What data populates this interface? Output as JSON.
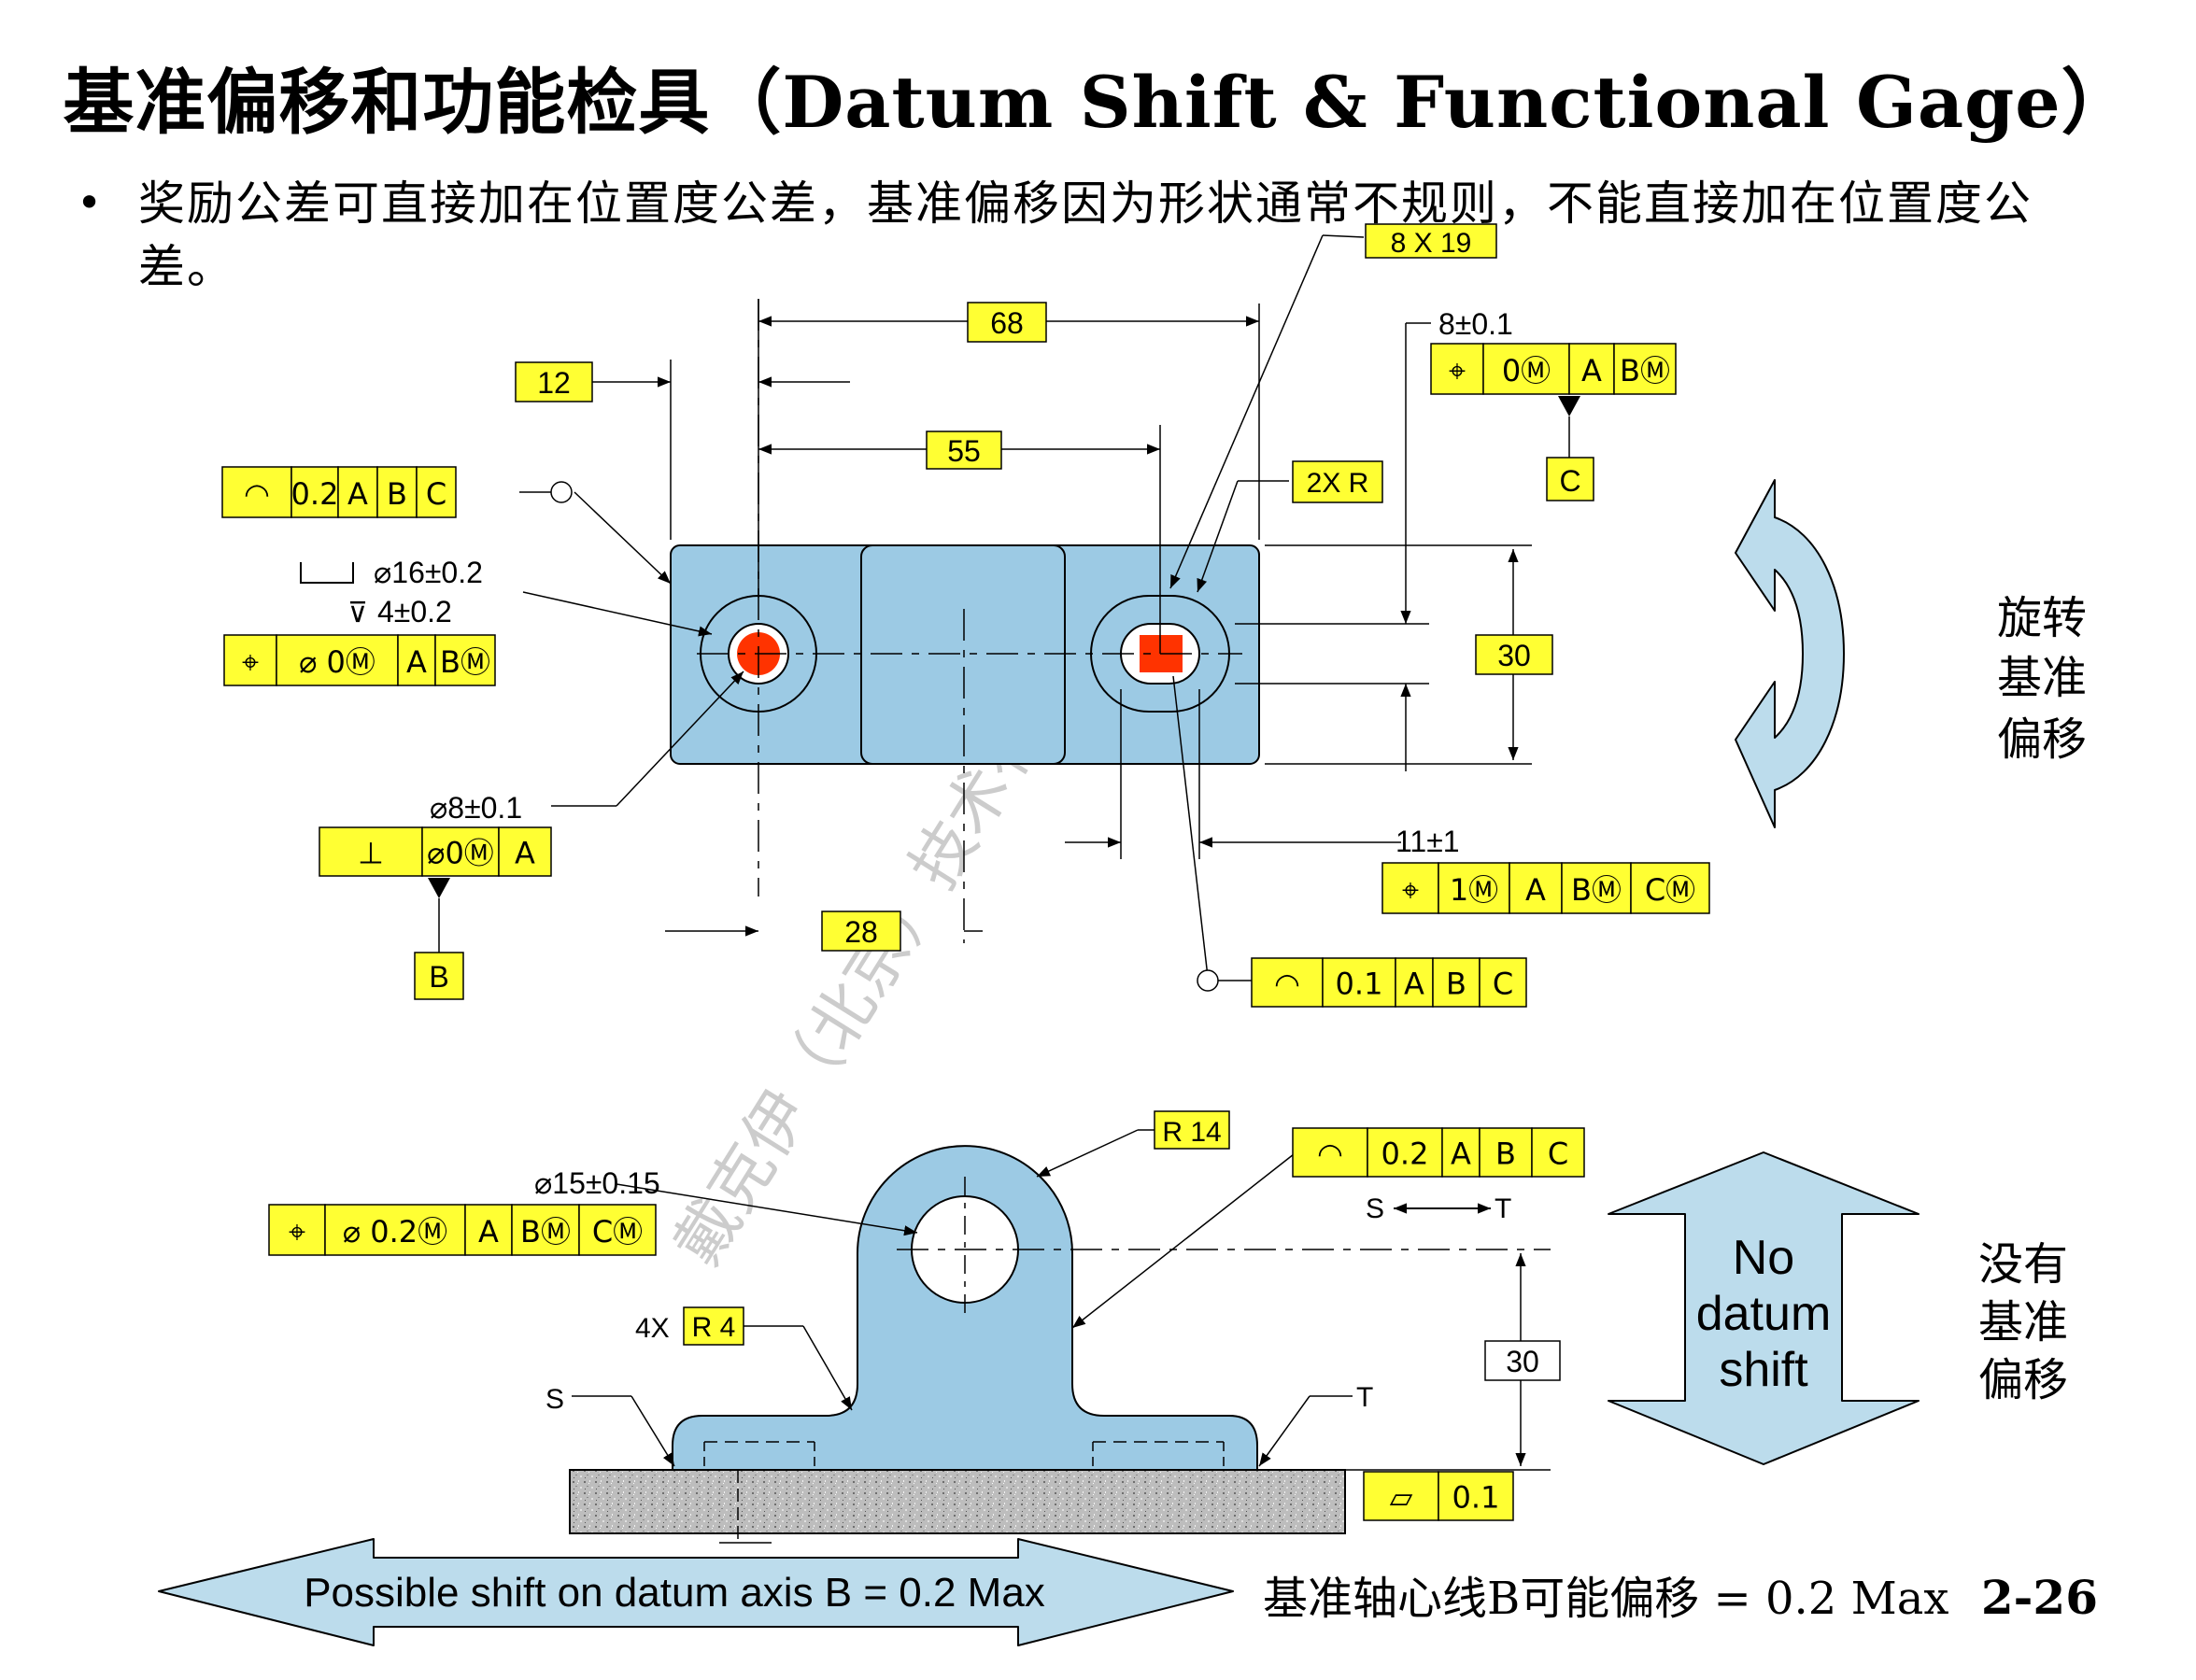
{
  "title": "基准偏移和功能检具（Datum Shift & Functional Gage）",
  "bullet_text": "奖励公差可直接加在位置度公差，基准偏移因为形状通常不规则，不能直接加在位置度公差。",
  "bullet_symbol": "•",
  "watermark": "戴克伊（北京）技术有限公司",
  "top_view": {
    "dims": {
      "d68": "68",
      "d55": "55",
      "d12": "12",
      "d30": "30",
      "d28": "28",
      "d8x19": "8 X 19",
      "d2xr": "2X R",
      "d8tol": "8±0.1",
      "d11tol": "11±1",
      "d16tol": "⌀16±0.2",
      "d4tol": "4±0.2",
      "d8dia": "⌀8±0.1",
      "datum_c": "C",
      "datum_b": "B"
    },
    "fcf_profile_left": [
      "◠",
      "0.2",
      "A",
      "B",
      "C"
    ],
    "fcf_pos_hole": [
      "⌖",
      "⌀ 0Ⓜ",
      "A",
      "BⓂ"
    ],
    "fcf_perp": [
      "⊥",
      "⌀0Ⓜ",
      "A"
    ],
    "fcf_pos_slot_top": [
      "⌖",
      "0Ⓜ",
      "A",
      "BⓂ"
    ],
    "fcf_pos_slot_mid": [
      "⌖",
      "1Ⓜ",
      "A",
      "BⓂ",
      "CⓂ"
    ],
    "fcf_profile_right": [
      "◠",
      "0.1",
      "A",
      "B",
      "C"
    ]
  },
  "rotate_label": [
    "旋转",
    "基准",
    "偏移"
  ],
  "front_view": {
    "dims": {
      "r14": "R 14",
      "d15tol": "⌀15±0.15",
      "r4_prefix": "4X",
      "r4": "R 4",
      "d30": "30",
      "s_label": "S",
      "t_label": "T"
    },
    "fcf_pos": [
      "⌖",
      "⌀ 0.2Ⓜ",
      "A",
      "BⓂ",
      "CⓂ"
    ],
    "fcf_profile": [
      "◠",
      "0.2",
      "A",
      "B",
      "C"
    ],
    "fcf_flat": [
      "▱",
      "0.1"
    ],
    "s_to_t": [
      "S",
      "T"
    ]
  },
  "no_shift_arrow": [
    "No",
    "datum",
    "shift"
  ],
  "no_shift_label": [
    "没有",
    "基准",
    "偏移"
  ],
  "shift_arrow_text": "Possible shift on datum axis B = 0.2 Max",
  "footer_caption": "基准轴心线B可能偏移 = 0.2 Max",
  "page_number": "2-26",
  "colors": {
    "part_blue": "#9ccae4",
    "callout_yellow": "#ffff33",
    "feature_red": "#ff3300",
    "arrow_blue": "#bcdcec",
    "surface_gray": "#b8b8b8"
  }
}
